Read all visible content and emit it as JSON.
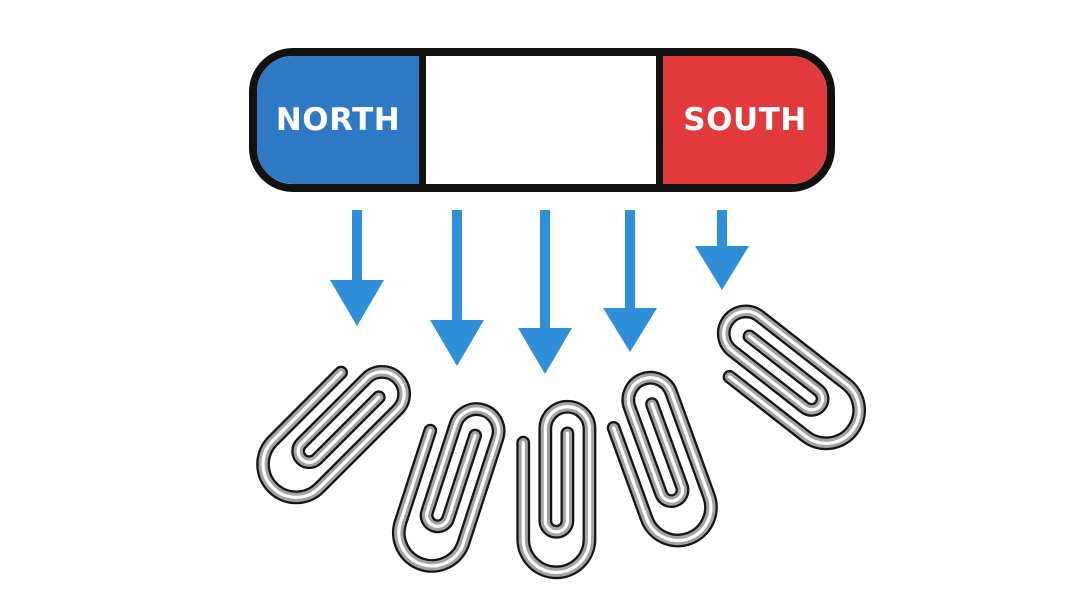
{
  "magnet": {
    "north_label": "NORTH",
    "south_label": "SOUTH",
    "north_color": "#2f79c4",
    "south_color": "#e03a3c",
    "outline_color": "#111111"
  },
  "arrows": {
    "count": 5,
    "color": "#2f8fd8",
    "direction": "down"
  },
  "paperclips": {
    "count": 5,
    "color": "#9a9a9a"
  }
}
